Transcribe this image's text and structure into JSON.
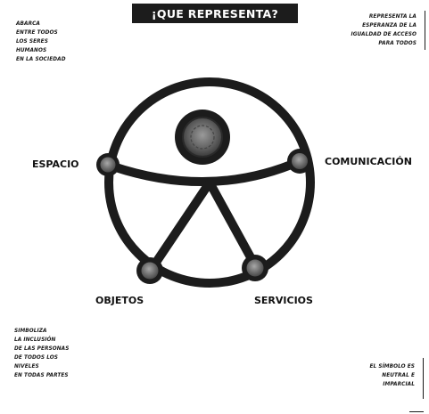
{
  "title": "¡QUE REPRESENTA?",
  "notes": {
    "top_left": [
      "ABARCA",
      "ENTRE TODOS",
      "LOS SERES",
      "HUMANOS",
      "EN LA SOCIEDAD"
    ],
    "top_right": [
      "REPRESENTA LA",
      "ESPERANZA DE LA",
      "IGUALDAD DE ACCESO",
      "PARA TODOS"
    ],
    "bottom_left": [
      "SIMBOLIZA",
      "LA INCLUSIÓN",
      "DE LAS PERSONAS",
      "DE TODOS LOS",
      "NIVELES",
      "EN TODAS PARTES"
    ],
    "bottom_right": [
      "EL SÍMBOLO ES",
      "NEUTRAL E",
      "IMPARCIAL"
    ]
  },
  "labels": {
    "espacio": "ESPACIO",
    "comunicacion": "COMUNICACIÓN",
    "objetos": "OBJETOS",
    "servicios": "SERVICIOS"
  },
  "colors": {
    "ink": "#1c1c1c",
    "node_fill": "#777777",
    "background": "#ffffff"
  },
  "icons": [
    "universal-access-figure",
    "head-node",
    "hand-node",
    "foot-node"
  ]
}
